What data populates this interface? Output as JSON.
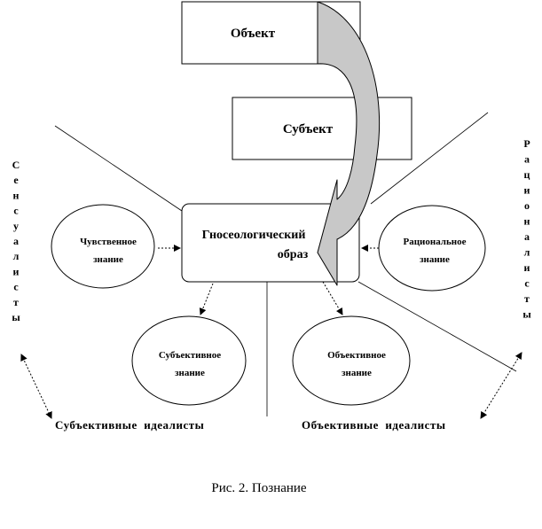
{
  "object_label": "Объект",
  "subject_label": "Субъект",
  "image_label_line1": "Гносеологический",
  "image_label_line2": "образ",
  "sensual_knowledge": [
    "Чувственное",
    "знание"
  ],
  "rational_knowledge": [
    "Рациональное",
    "знание"
  ],
  "subjective_knowledge": [
    "Субъективное",
    "знание"
  ],
  "objective_knowledge": [
    "Объективное",
    "знание"
  ],
  "sensualists_letters": [
    "С",
    "е",
    "н",
    "с",
    "у",
    "а",
    "л",
    "и",
    "с",
    "т",
    "ы"
  ],
  "rationalists_letters": [
    "Р",
    "а",
    "ц",
    "и",
    "о",
    "н",
    "а",
    "л",
    "и",
    "с",
    "т",
    "ы"
  ],
  "subjective_idealists": "Субъективные  идеалисты",
  "objective_idealists": "Объективные  идеалисты",
  "caption": "Рис. 2. Познание",
  "colors": {
    "arrow_fill": "#c8c8c8",
    "stroke": "#000000",
    "background": "#ffffff"
  }
}
